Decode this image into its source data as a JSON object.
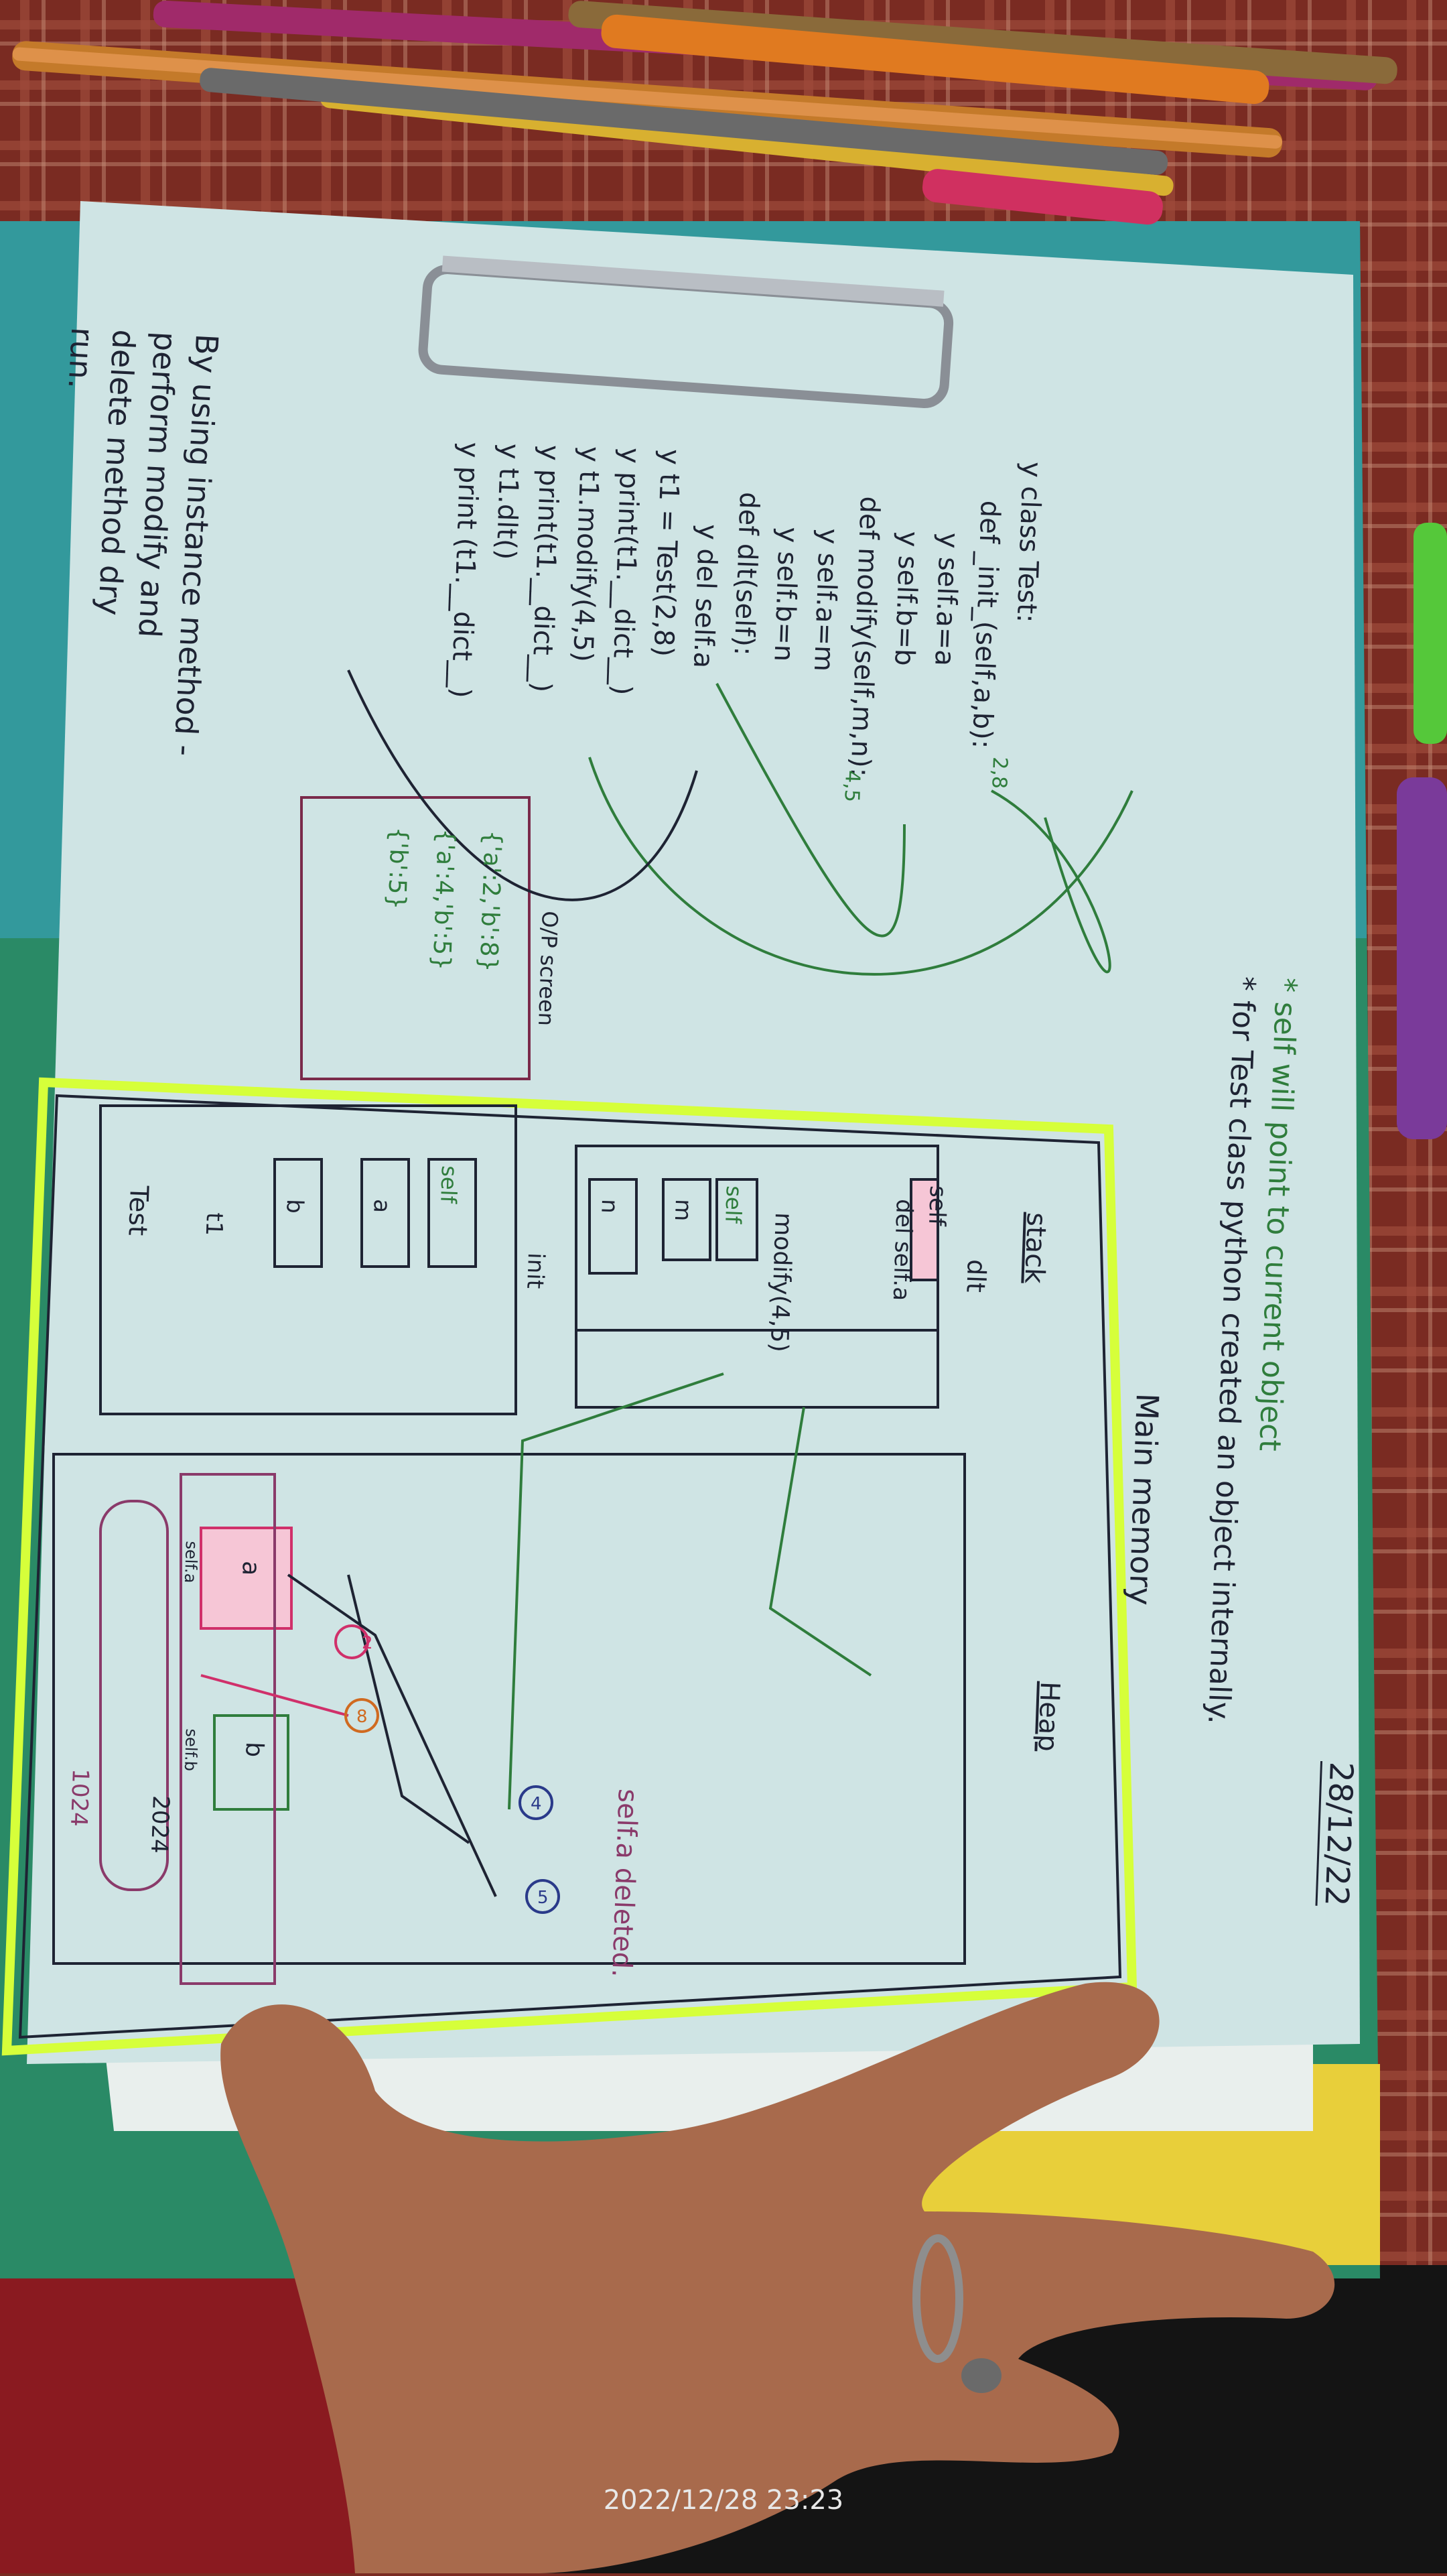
{
  "notes": {
    "title_lines": [
      "By using instance method -",
      "perform modify and",
      "delete method dry",
      "run."
    ],
    "date": "28/12/22",
    "code": [
      "y class Test:",
      "def _init_(self,a,b):",
      "y self.a=a",
      "y self.b=b",
      "def modify(self,m,n):",
      "y self.a=m",
      "y self.b=n",
      "def dlt(self):",
      "y del self.a",
      "y t1 = Test(2,8)",
      "y print(t1.__dict__)",
      "y t1.modify(4,5)",
      "y print(t1.__dict__)",
      "y t1.dlt()",
      "y print (t1.__dict__)"
    ],
    "small_values": [
      "2,8",
      "4,5"
    ],
    "output_label": "O/P screen",
    "output_lines": [
      "{'a':2,'b':8}",
      "{'a':4,'b':5}",
      "{'b':5}"
    ],
    "points": [
      "* self will point to current object",
      "* for Test class python created an object internally."
    ],
    "memory_title": "Main memory",
    "stack_label": "stack",
    "heap_label": "Heap",
    "frames": {
      "dlt": {
        "name": "dlt",
        "self": "self",
        "stmt": "del self.a"
      },
      "modify": {
        "name": "modify(4,5)",
        "self": "self",
        "m": "m",
        "n": "n"
      },
      "init": {
        "name": "init",
        "self": "self",
        "a": "a",
        "b": "b"
      },
      "t1": "t1",
      "test": "Test"
    },
    "heap": {
      "a": "a",
      "a_addr": "self.a",
      "b": "b",
      "b_addr": "self.b",
      "addr_2024": "2024",
      "addr_1024": "1024",
      "values": [
        "2",
        "8",
        "4",
        "5"
      ],
      "deleted_note": "self.a deleted."
    }
  },
  "photo": {
    "timestamp": "2022/12/28 23:23"
  },
  "colors": {
    "paper": "#cfe4e4",
    "ink_dark": "#1e2333",
    "ink_green": "#2f7d3c",
    "highlight": "#d6ff3a",
    "tablecloth": "#7a2b22",
    "board": "#2a8a66"
  }
}
